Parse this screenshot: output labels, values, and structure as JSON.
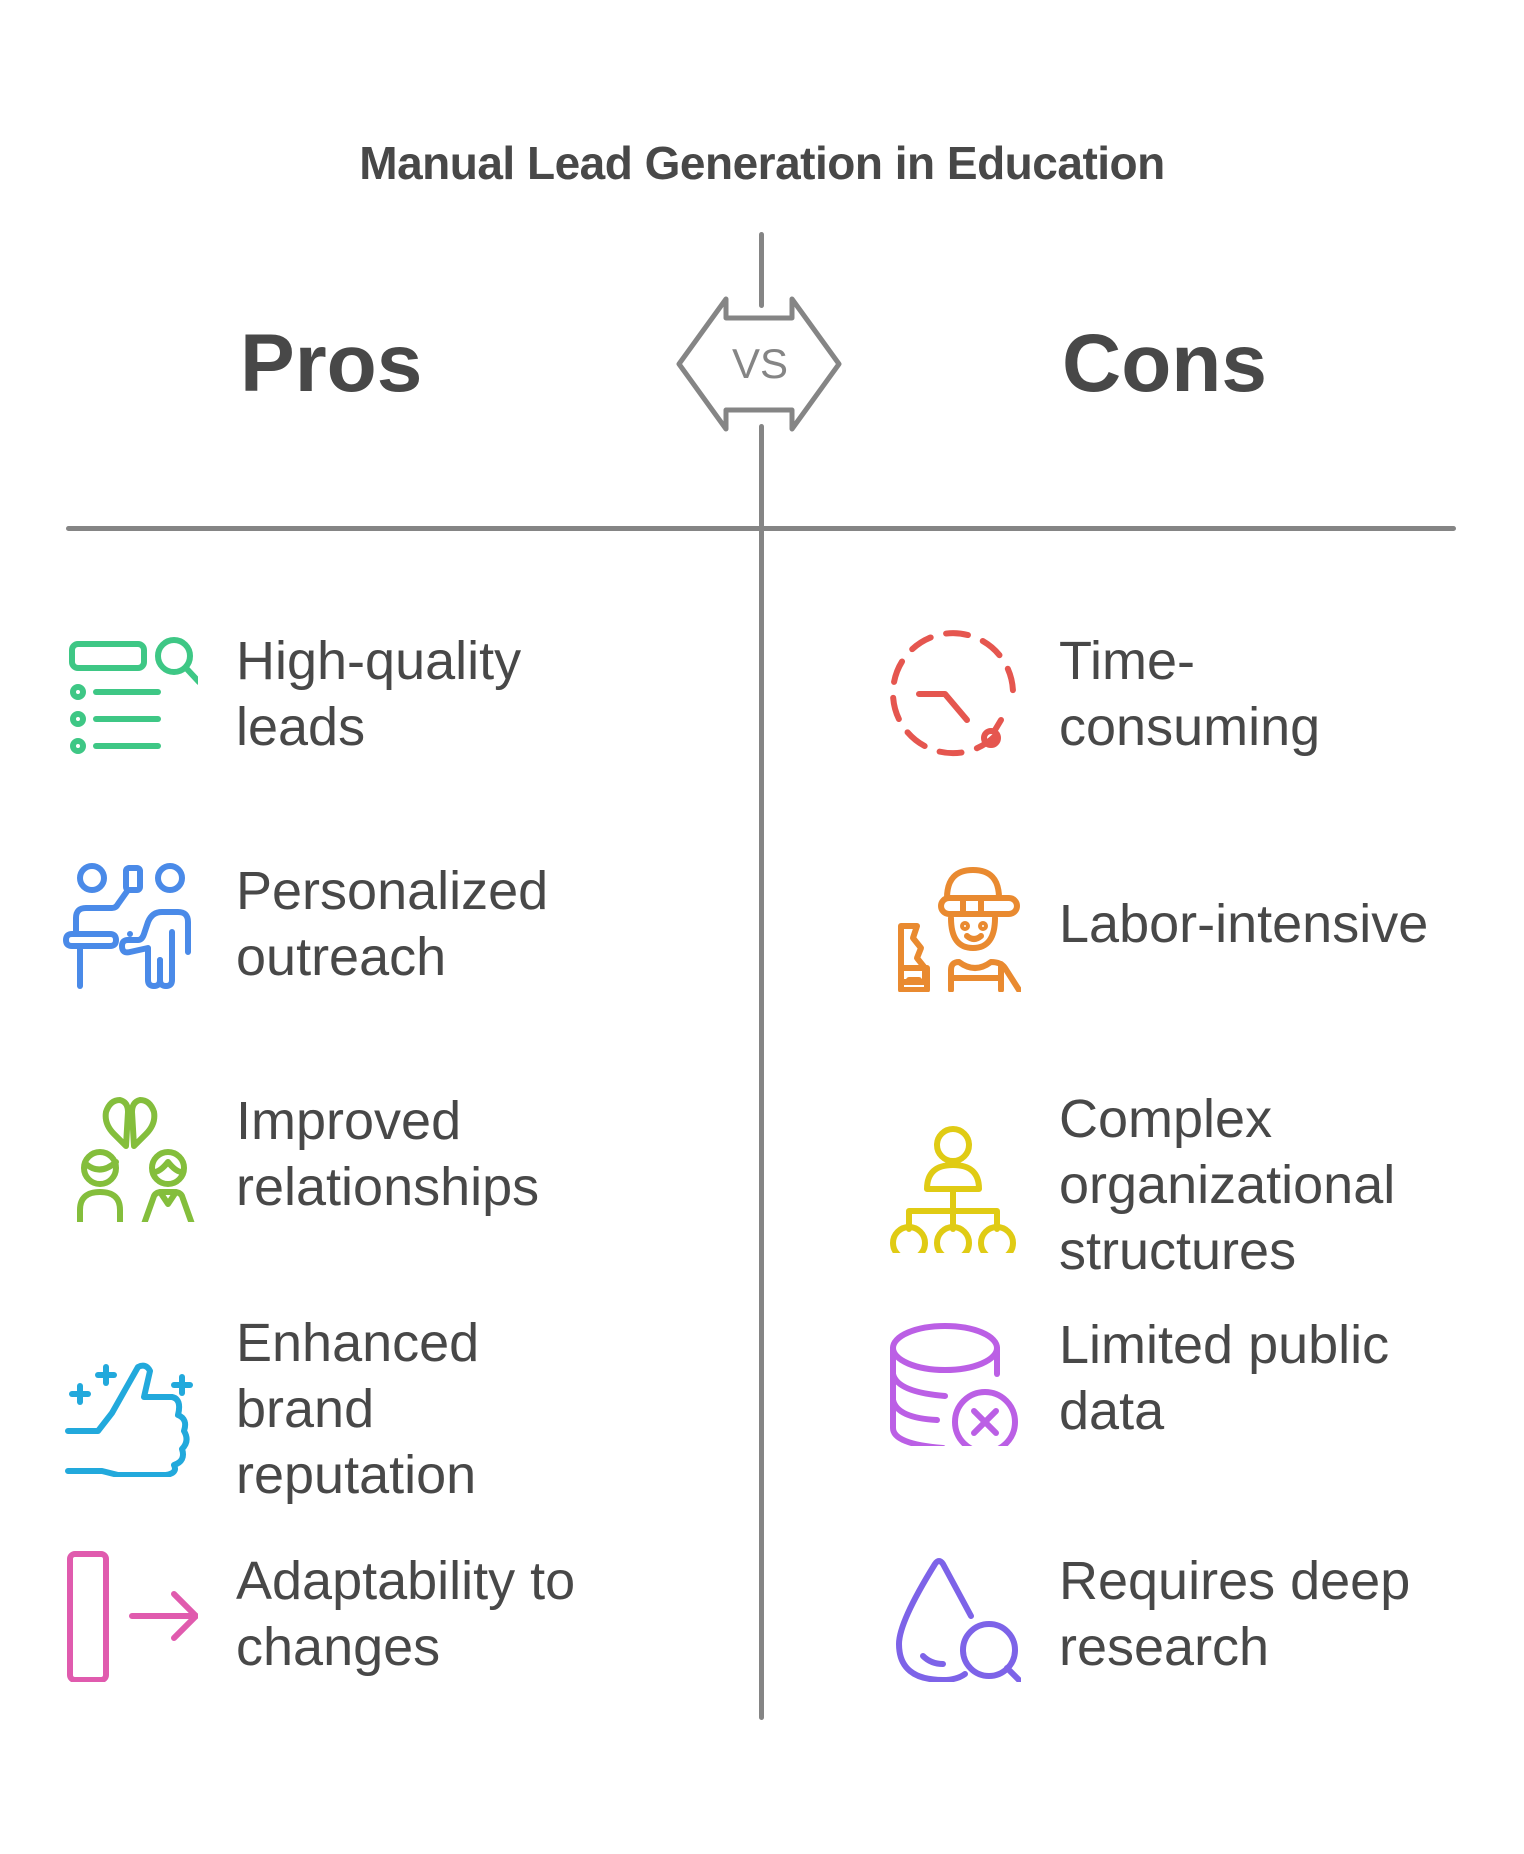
{
  "title": "Manual Lead Generation in Education",
  "separator": {
    "label": "VS",
    "color": "#858585"
  },
  "pros": {
    "heading": "Pros",
    "items": [
      {
        "label": "High-quality\nleads",
        "icon": "list-search-icon",
        "color": "#3EC785"
      },
      {
        "label": "Personalized\noutreach",
        "icon": "consultation-icon",
        "color": "#4A8AE8"
      },
      {
        "label": "Improved\nrelationships",
        "icon": "couple-hearts-icon",
        "color": "#84BE3C"
      },
      {
        "label": "Enhanced\nbrand\nreputation",
        "icon": "thumbs-up-sparkle-icon",
        "color": "#22A9DC"
      },
      {
        "label": "Adaptability to\nchanges",
        "icon": "panel-arrow-right-icon",
        "color": "#E05BAE"
      }
    ]
  },
  "cons": {
    "heading": "Cons",
    "items": [
      {
        "label": "Time-\nconsuming",
        "icon": "dashed-clock-icon",
        "color": "#E5564F"
      },
      {
        "label": "Labor-intensive",
        "icon": "worker-saw-icon",
        "color": "#E98A30"
      },
      {
        "label": "Complex\norganizational\nstructures",
        "icon": "org-chart-icon",
        "color": "#E0CB14"
      },
      {
        "label": "Limited public\ndata",
        "icon": "database-x-icon",
        "color": "#BB5FE5"
      },
      {
        "label": "Requires deep\nresearch",
        "icon": "drop-search-icon",
        "color": "#7D63E8"
      }
    ]
  }
}
